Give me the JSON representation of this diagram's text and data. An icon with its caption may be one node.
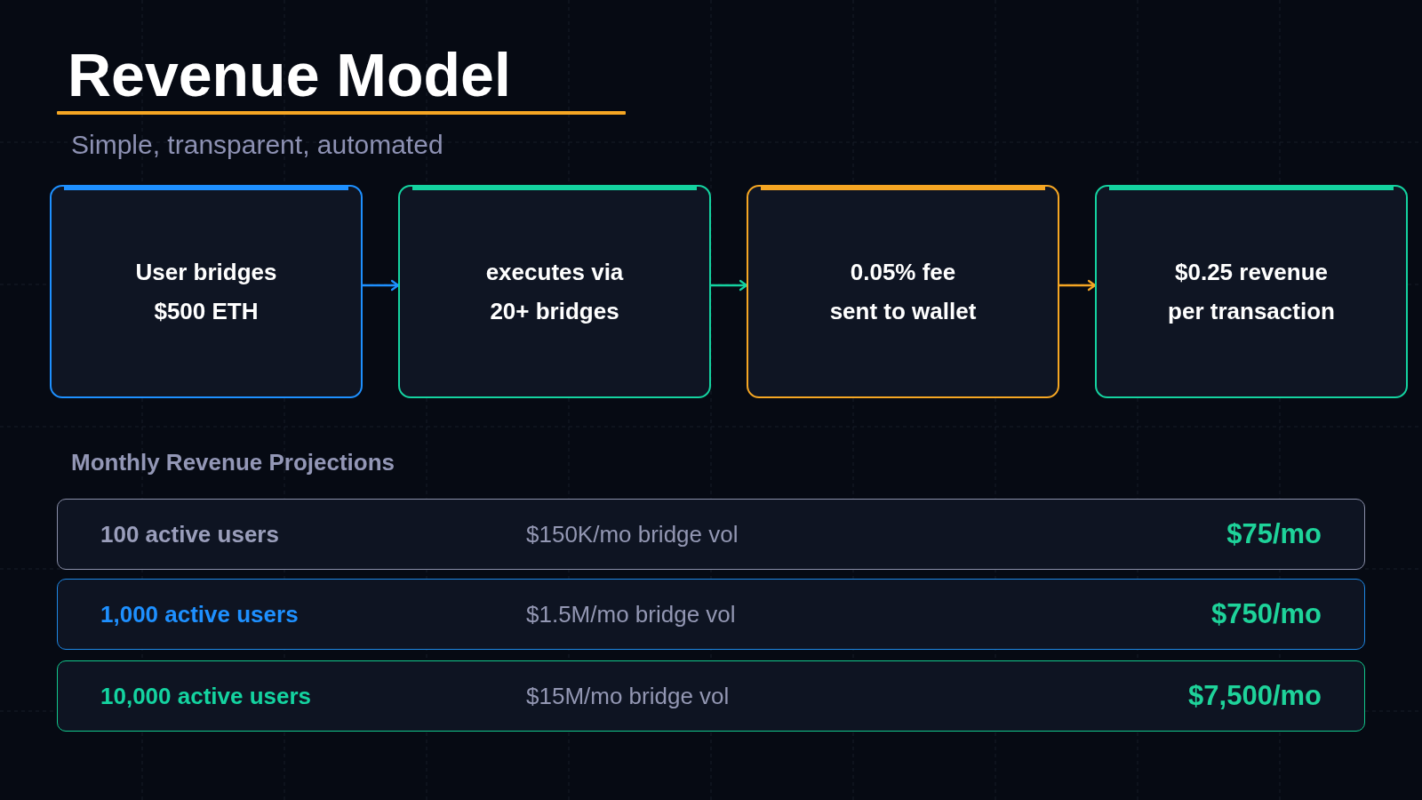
{
  "diagram": {
    "title": "Revenue Model",
    "nodes": [
      {
        "text": [
          "User bridges $500 ETH"
        ]
      },
      {
        "text": [
          "executes via 20+ bridges"
        ]
      },
      {
        "text": [
          "0.05% fee sent to wallet"
        ]
      },
      {
        "text": [
          "$0.25 revenue per transaction"
        ]
      },
      {
        "text": [
          "100 active users",
          "$150K/mo bridge vol",
          "$75/mo"
        ]
      },
      {
        "text": [
          "1,000 active users",
          "$1.5M/mo bridge vol",
          "$750/mo"
        ]
      },
      {
        "text": [
          "10,000 active users",
          "$15M/mo bridge vol",
          "$7,500/mo"
        ]
      }
    ],
    "edges": [
      {
        "from": 0,
        "to": 1,
        "arrow": "to",
        "color": "#1e90ff"
      },
      {
        "from": 1,
        "to": 2,
        "arrow": "to",
        "color": "#14d3a0"
      },
      {
        "from": 2,
        "to": 3,
        "arrow": "to",
        "color": "#f5a623"
      }
    ],
    "labels": [
      "Simple, transparent, automated",
      "Monthly Revenue Projections"
    ]
  }
}
